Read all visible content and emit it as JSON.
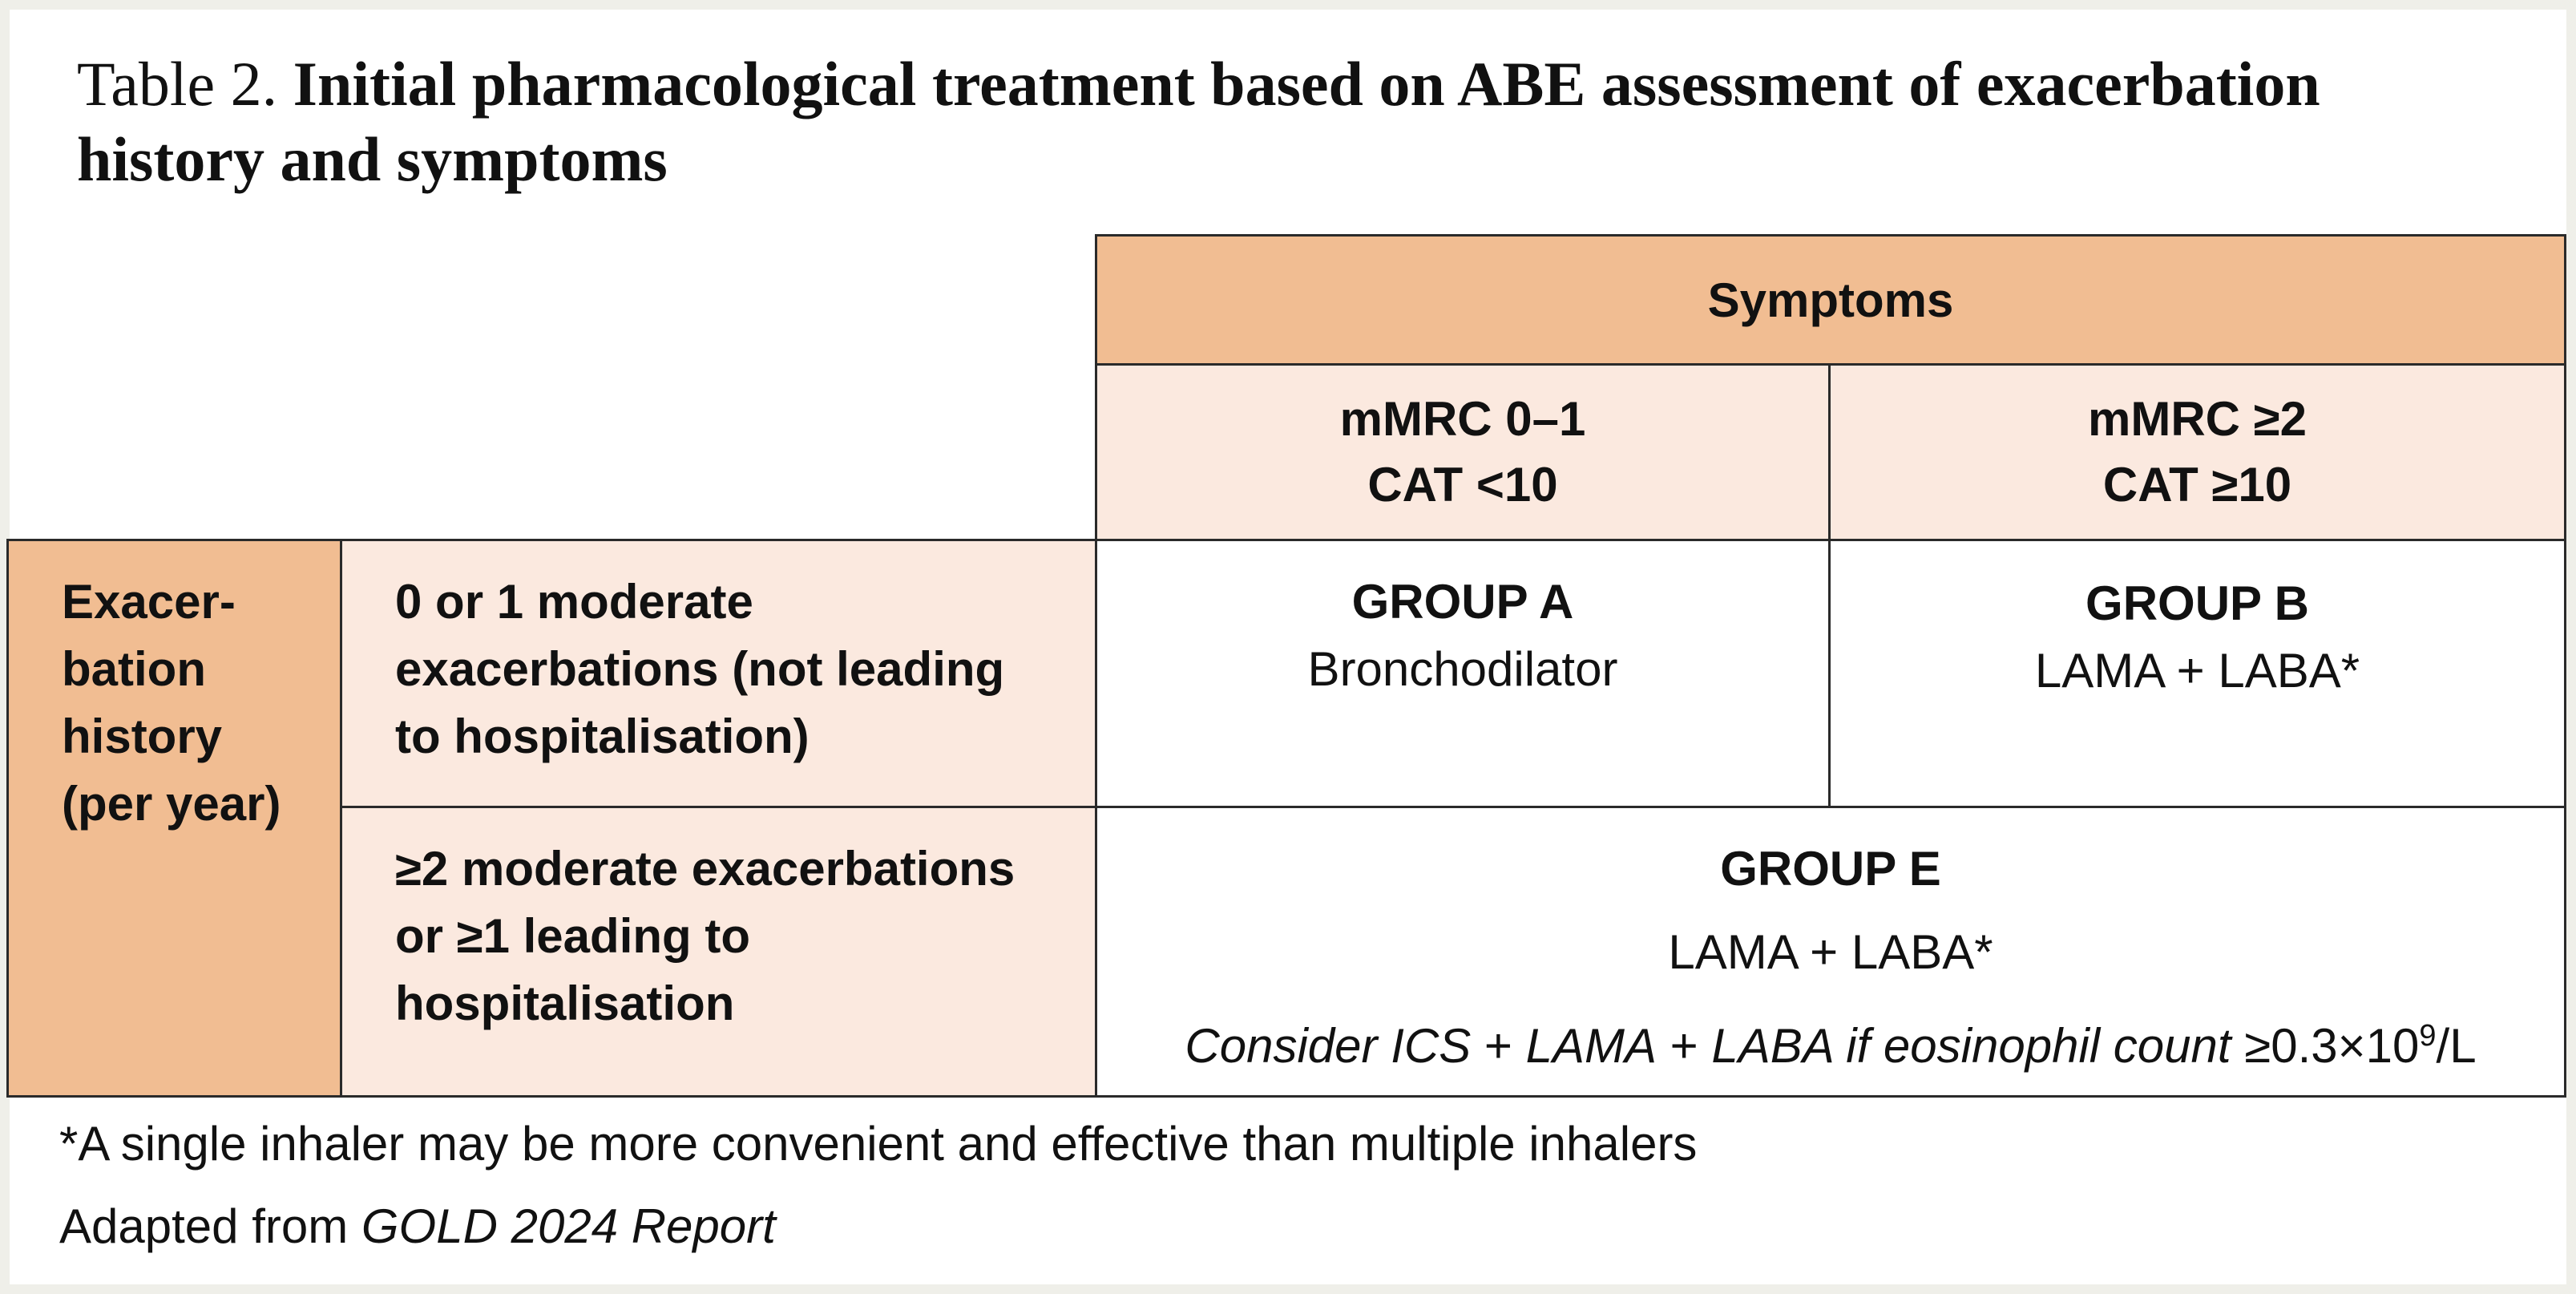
{
  "title": {
    "prefix": "Table 2.",
    "main": "Initial pharmacological treatment based on ABE assessment of exacerbation history and symptoms"
  },
  "table": {
    "symptoms_header": "Symptoms",
    "columns": [
      {
        "line1": "mMRC 0–1",
        "line2": "CAT <10"
      },
      {
        "line1": "mMRC ≥2",
        "line2": "CAT ≥10"
      }
    ],
    "row_header": [
      "Exacer-",
      "bation",
      "history",
      "(per year)"
    ],
    "rows": [
      {
        "label": [
          "0 or 1 moderate",
          "exacerbations (not leading",
          "to hospitalisation)"
        ]
      },
      {
        "label": [
          "≥2 moderate exacerbations",
          "or ≥1 leading to",
          "hospitalisation"
        ]
      }
    ],
    "group_a": {
      "name": "GROUP A",
      "treatment": "Bronchodilator"
    },
    "group_b": {
      "name": "GROUP B",
      "treatment": "LAMA + LABA*"
    },
    "group_e": {
      "name": "GROUP E",
      "treatment": "LAMA + LABA*",
      "note_pre": "Consider ICS",
      "note_plus1": " + ",
      "note_lama": "LAMA",
      "note_plus2": " + ",
      "note_laba": "LABA",
      "note_if": " if eosinophil count",
      "note_value": " ≥0.3×10",
      "note_exp": "9",
      "note_unit": "/L"
    }
  },
  "footnote": "*A single inhaler may be more convenient and effective than multiple inhalers",
  "source": {
    "prefix": "Adapted from ",
    "report": "GOLD 2024 Report"
  }
}
